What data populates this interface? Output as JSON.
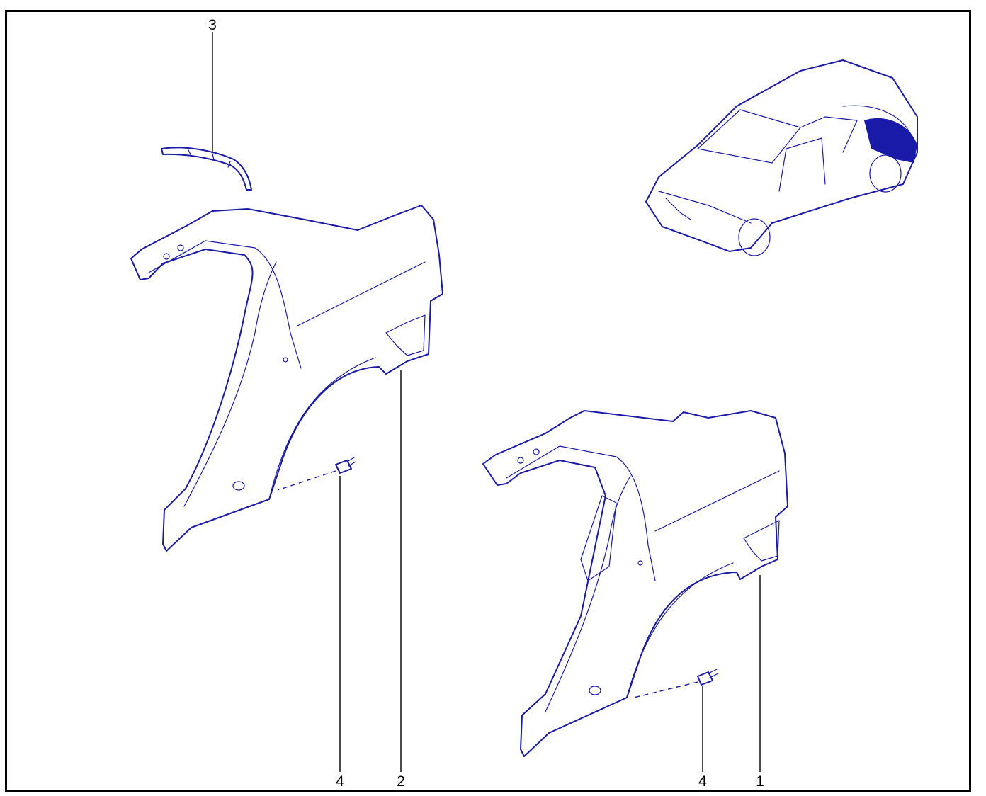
{
  "diagram": {
    "callouts": {
      "part_3": "3",
      "part_2": "2",
      "part_4_left": "4",
      "part_4_right": "4",
      "part_1": "1"
    },
    "colors": {
      "line_art": "#1a1aa8",
      "frame": "#000000",
      "callout_text": "#000000",
      "background": "#ffffff"
    },
    "icons": [
      "car-overview-icon",
      "rear-quarter-panel-left",
      "rear-quarter-panel-right",
      "roof-trim-strip",
      "fastener-bolt"
    ]
  }
}
